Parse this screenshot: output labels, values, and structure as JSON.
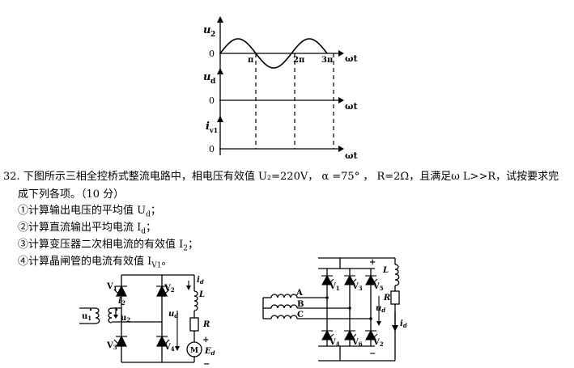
{
  "waveform": {
    "labels": {
      "u2_axis": "u",
      "u2_sub": "2",
      "ud_axis": "u",
      "ud_sub": "d",
      "iv1_axis": "i",
      "iv1_sub": "v1",
      "zero": "0",
      "x_axis": "ωt",
      "pi": "π",
      "two_pi": "2π",
      "three_pi": "3π"
    },
    "u2_curve": {
      "type": "sine",
      "periods_shown": 1.5,
      "x_ticks_in_pi": [
        1,
        2,
        3
      ]
    }
  },
  "question": {
    "number": "32.",
    "stem_line1": "下图所示三相全控桥式整流电路中，相电压有效值  U₂=220V，  α =75° ，  R=2Ω，且满足ω L>>R，试按要求完",
    "stem_line2": "成下列各项。（10 分）",
    "items": [
      "①计算输出电压的平均值 U",
      "②计算直流输出平均电流 I",
      "③计算变压器二次相电流的有效值 I",
      "④计算晶闸管的电流有效值 I"
    ],
    "item_subs": [
      "d",
      "d",
      "2",
      "V1"
    ],
    "item_ends": [
      "；",
      "；",
      "；",
      "。"
    ]
  },
  "circuit_left": {
    "labels": {
      "v1": "V",
      "v1_sub": "1",
      "v2": "V",
      "v2_sub": "2",
      "v3": "V",
      "v3_sub": "3",
      "v4": "V",
      "v4_sub": "4",
      "u1": "u",
      "u1_sub": "1",
      "u2": "u",
      "u2_sub": "2",
      "i2": "i",
      "i2_sub": "2",
      "id": "i",
      "id_sub": "d",
      "ud": "u",
      "ud_sub": "d",
      "L": "L",
      "R": "R",
      "M": "M",
      "Ed": "E",
      "Ed_sub": "d",
      "plus": "+",
      "minus": "−"
    }
  },
  "circuit_right": {
    "labels": {
      "A": "A",
      "B": "B",
      "C": "C",
      "v1": "V",
      "v1_sub": "1",
      "v3": "V",
      "v3_sub": "3",
      "v5": "V",
      "v5_sub": "5",
      "v4": "V",
      "v4_sub": "4",
      "v6": "V",
      "v6_sub": "6",
      "v2": "V",
      "v2_sub": "2",
      "L": "L",
      "R": "R",
      "ud": "u",
      "ud_sub": "d",
      "id": "i",
      "id_sub": "d",
      "plus": "+",
      "minus": "−"
    }
  }
}
